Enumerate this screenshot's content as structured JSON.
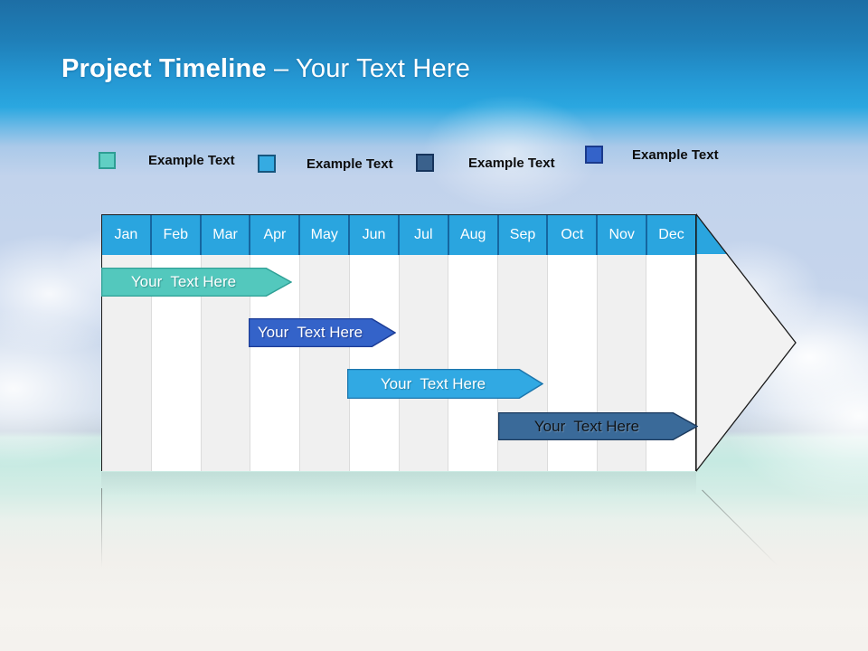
{
  "slide": {
    "title_bold": "Project Timeline",
    "title_rest": " – Your Text Here",
    "title_color": "#FFFFFF",
    "top_band_color": "#2496D2"
  },
  "legend": {
    "items": [
      {
        "label": "Example Text",
        "color": "#60CFC4",
        "border": "#2E9E94"
      },
      {
        "label": "Example Text",
        "color": "#35ABE2",
        "border": "#16567E"
      },
      {
        "label": "Example Text",
        "color": "#3A618C",
        "border": "#16345C"
      },
      {
        "label": "Example Text",
        "color": "#3463C9",
        "border": "#1A3A8C"
      }
    ]
  },
  "timeline": {
    "months": [
      "Jan",
      "Feb",
      "Mar",
      "Apr",
      "May",
      "Jun",
      "Jul",
      "Aug",
      "Sep",
      "Oct",
      "Nov",
      "Dec"
    ],
    "header_color": "#2AA5DF",
    "header_separator_color": "#1566A0",
    "stripe_gray": "#F0F0F0",
    "shape_fill": "#F2F2F2",
    "outline_color": "#1A1A1A",
    "bars": [
      {
        "label": "Your  Text Here",
        "fill": "#53C8BD",
        "stroke": "#2FA096",
        "text_color": "#FFFFFF",
        "start_month": "Jan",
        "end_month": "Apr"
      },
      {
        "label": "Your  Text Here",
        "fill": "#3463C9",
        "stroke": "#1C3C96",
        "text_color": "#FFFFFF",
        "start_month": "Apr",
        "end_month": "Jun"
      },
      {
        "label": "Your  Text Here",
        "fill": "#31A9E3",
        "stroke": "#1C76AD",
        "text_color": "#FFFFFF",
        "start_month": "Jun",
        "end_month": "Sep"
      },
      {
        "label": "Your  Text Here",
        "fill": "#3A6A99",
        "stroke": "#1C3A5E",
        "text_color": "#101418",
        "start_month": "Sep",
        "end_month": "Dec"
      }
    ]
  }
}
